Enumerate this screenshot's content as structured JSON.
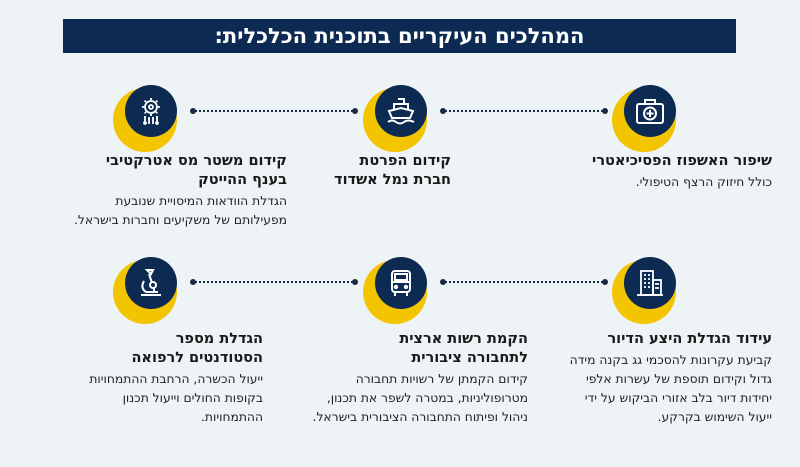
{
  "banner": {
    "title": "המהלכים העיקריים בתוכנית הכלכלית:"
  },
  "items": [
    {
      "icon": "medical-kit-icon",
      "title_lines": [
        "שיפור האשפוז הפסיכיאטרי"
      ],
      "desc_lines": [
        "כולל חיזוק הרצף הטיפולי."
      ]
    },
    {
      "icon": "ship-icon",
      "title_lines": [
        "קידום הפרטת",
        "חברת נמל אשדוד"
      ],
      "desc_lines": []
    },
    {
      "icon": "chip-gear-icon",
      "title_lines": [
        "קידום משטר מס אטרקטיבי",
        "בענף ההייטק"
      ],
      "desc_lines": [
        "הגדלת הוודאות המיסויית שנובעת",
        "מפעילותם של משקיעים וחברות בישראל."
      ]
    },
    {
      "icon": "buildings-icon",
      "title_lines": [
        "עידוד הגדלת היצע הדיור"
      ],
      "desc_lines": [
        "קביעת עקרונות להסכמי גג בקנה מידה",
        "גדול וקידום תוספת של עשרות אלפי",
        "יחידות דיור בלב אזורי הביקוש על ידי",
        "ייעול השימוש בקרקע."
      ]
    },
    {
      "icon": "bus-icon",
      "title_lines": [
        "הקמת רשות ארצית",
        "לתחבורה ציבורית"
      ],
      "desc_lines": [
        "קידום הקמתן של רשויות תחבורה",
        "מטרופוליניות, במטרה לשפר את תכנון,",
        "ניהול ופיתוח התחבורה הציבורית בישראל."
      ]
    },
    {
      "icon": "microscope-icon",
      "title_lines": [
        "הגדלת מספר",
        "הסטודנטים לרפואה"
      ],
      "desc_lines": [
        "ייעול הכשרה, הרחבת ההתמחויות",
        "בקופות החולים וייעול תכנון",
        "ההתמחויות."
      ]
    }
  ],
  "colors": {
    "navy": "#0d2a52",
    "accent": "#f3c400",
    "background": "#eef3f6"
  }
}
